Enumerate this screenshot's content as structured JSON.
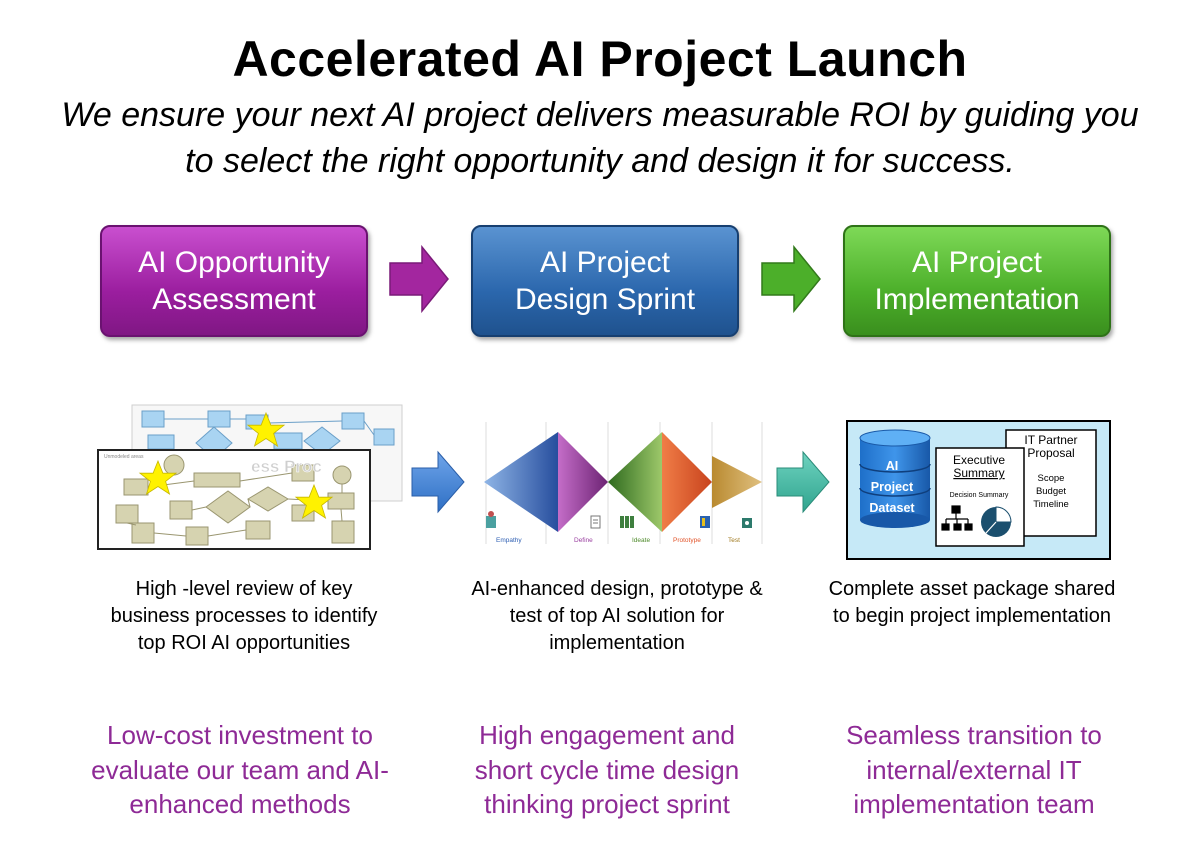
{
  "header": {
    "title": "Accelerated AI Project Launch",
    "subtitle": "We ensure your next AI project delivers measurable ROI by guiding you to select the right opportunity and design it for success."
  },
  "stages": [
    {
      "label": "AI Opportunity\nAssessment",
      "description": "High -level review of key business processes to identify top ROI AI opportunities",
      "benefit": "Low-cost investment to evaluate our team and AI-enhanced methods",
      "color": "#9b1e9f"
    },
    {
      "label": "AI Project\nDesign Sprint",
      "description": "AI-enhanced design, prototype & test of top AI solution for implementation",
      "benefit": "High engagement and short cycle time design thinking project sprint",
      "color": "#2b67ad"
    },
    {
      "label": "AI Project\nImplementation",
      "description": "Complete asset package shared to begin project implementation",
      "benefit": "Seamless transition to internal/external IT implementation team",
      "color": "#4caf2a"
    }
  ],
  "process_map": {
    "caption": "Unmodeled areas",
    "partial_text": "ess Proc"
  },
  "design_thinking": {
    "phases": [
      "Empathy",
      "Define",
      "Ideate",
      "Prototype",
      "Test"
    ],
    "phase_colors": [
      "#2e5fb3",
      "#9a3fa0",
      "#4e8a2a",
      "#e2542a",
      "#a07a20"
    ]
  },
  "asset_package": {
    "dataset_lines": [
      "AI",
      "Project",
      "Dataset"
    ],
    "summary_title_lines": [
      "Executive",
      "Summary"
    ],
    "summary_sub": "Decision Summary",
    "proposal_title_lines": [
      "IT Partner",
      "Proposal"
    ],
    "proposal_items": [
      "Scope",
      "Budget",
      "Timeline"
    ]
  },
  "colors": {
    "benefit_text": "#8e2a96",
    "arrow_purple": "#a3269f",
    "arrow_green": "#4caf2a",
    "arrow_blue": "#3b7fd6",
    "arrow_teal": "#3fb5a0",
    "asset_bg": "#c6e9f7"
  }
}
